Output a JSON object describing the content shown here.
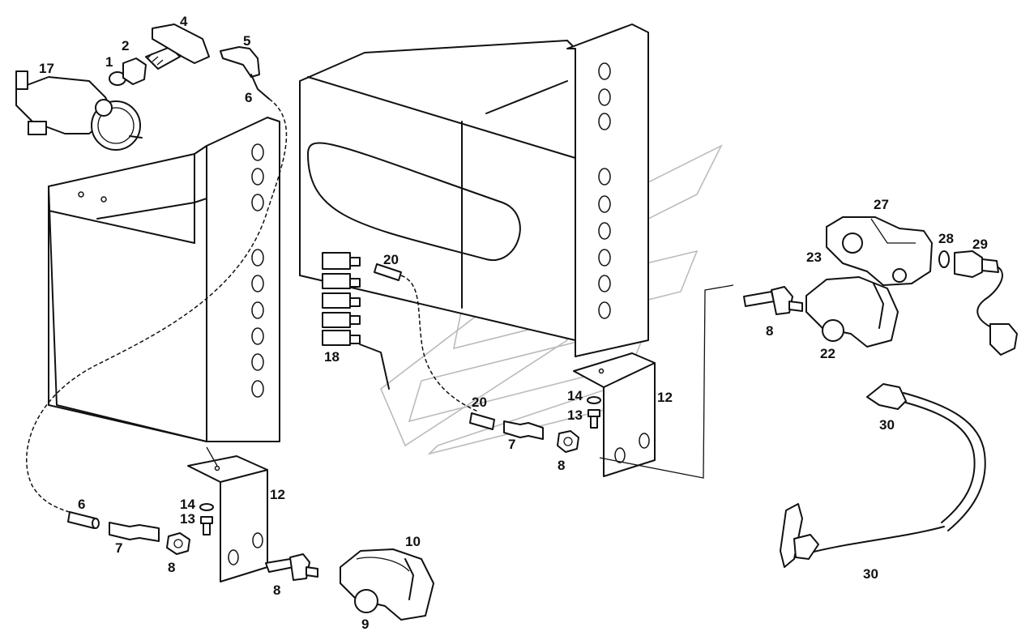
{
  "callouts": {
    "c1": "1",
    "c2": "2",
    "c4": "4",
    "c5": "5",
    "c6a": "6",
    "c17": "17",
    "c12a": "12",
    "c14a": "14",
    "c13a": "13",
    "c6b": "6",
    "c7a": "7",
    "c8a": "8",
    "c8b": "8",
    "c10": "10",
    "c9": "9",
    "c20a": "20",
    "c18": "18",
    "c20b": "20",
    "c7b": "7",
    "c8c": "8",
    "c14b": "14",
    "c13b": "13",
    "c12b": "12",
    "c27": "27",
    "c23": "23",
    "c28": "28",
    "c29": "29",
    "c8d": "8",
    "c22": "22",
    "c30a": "30",
    "c30b": "30"
  }
}
